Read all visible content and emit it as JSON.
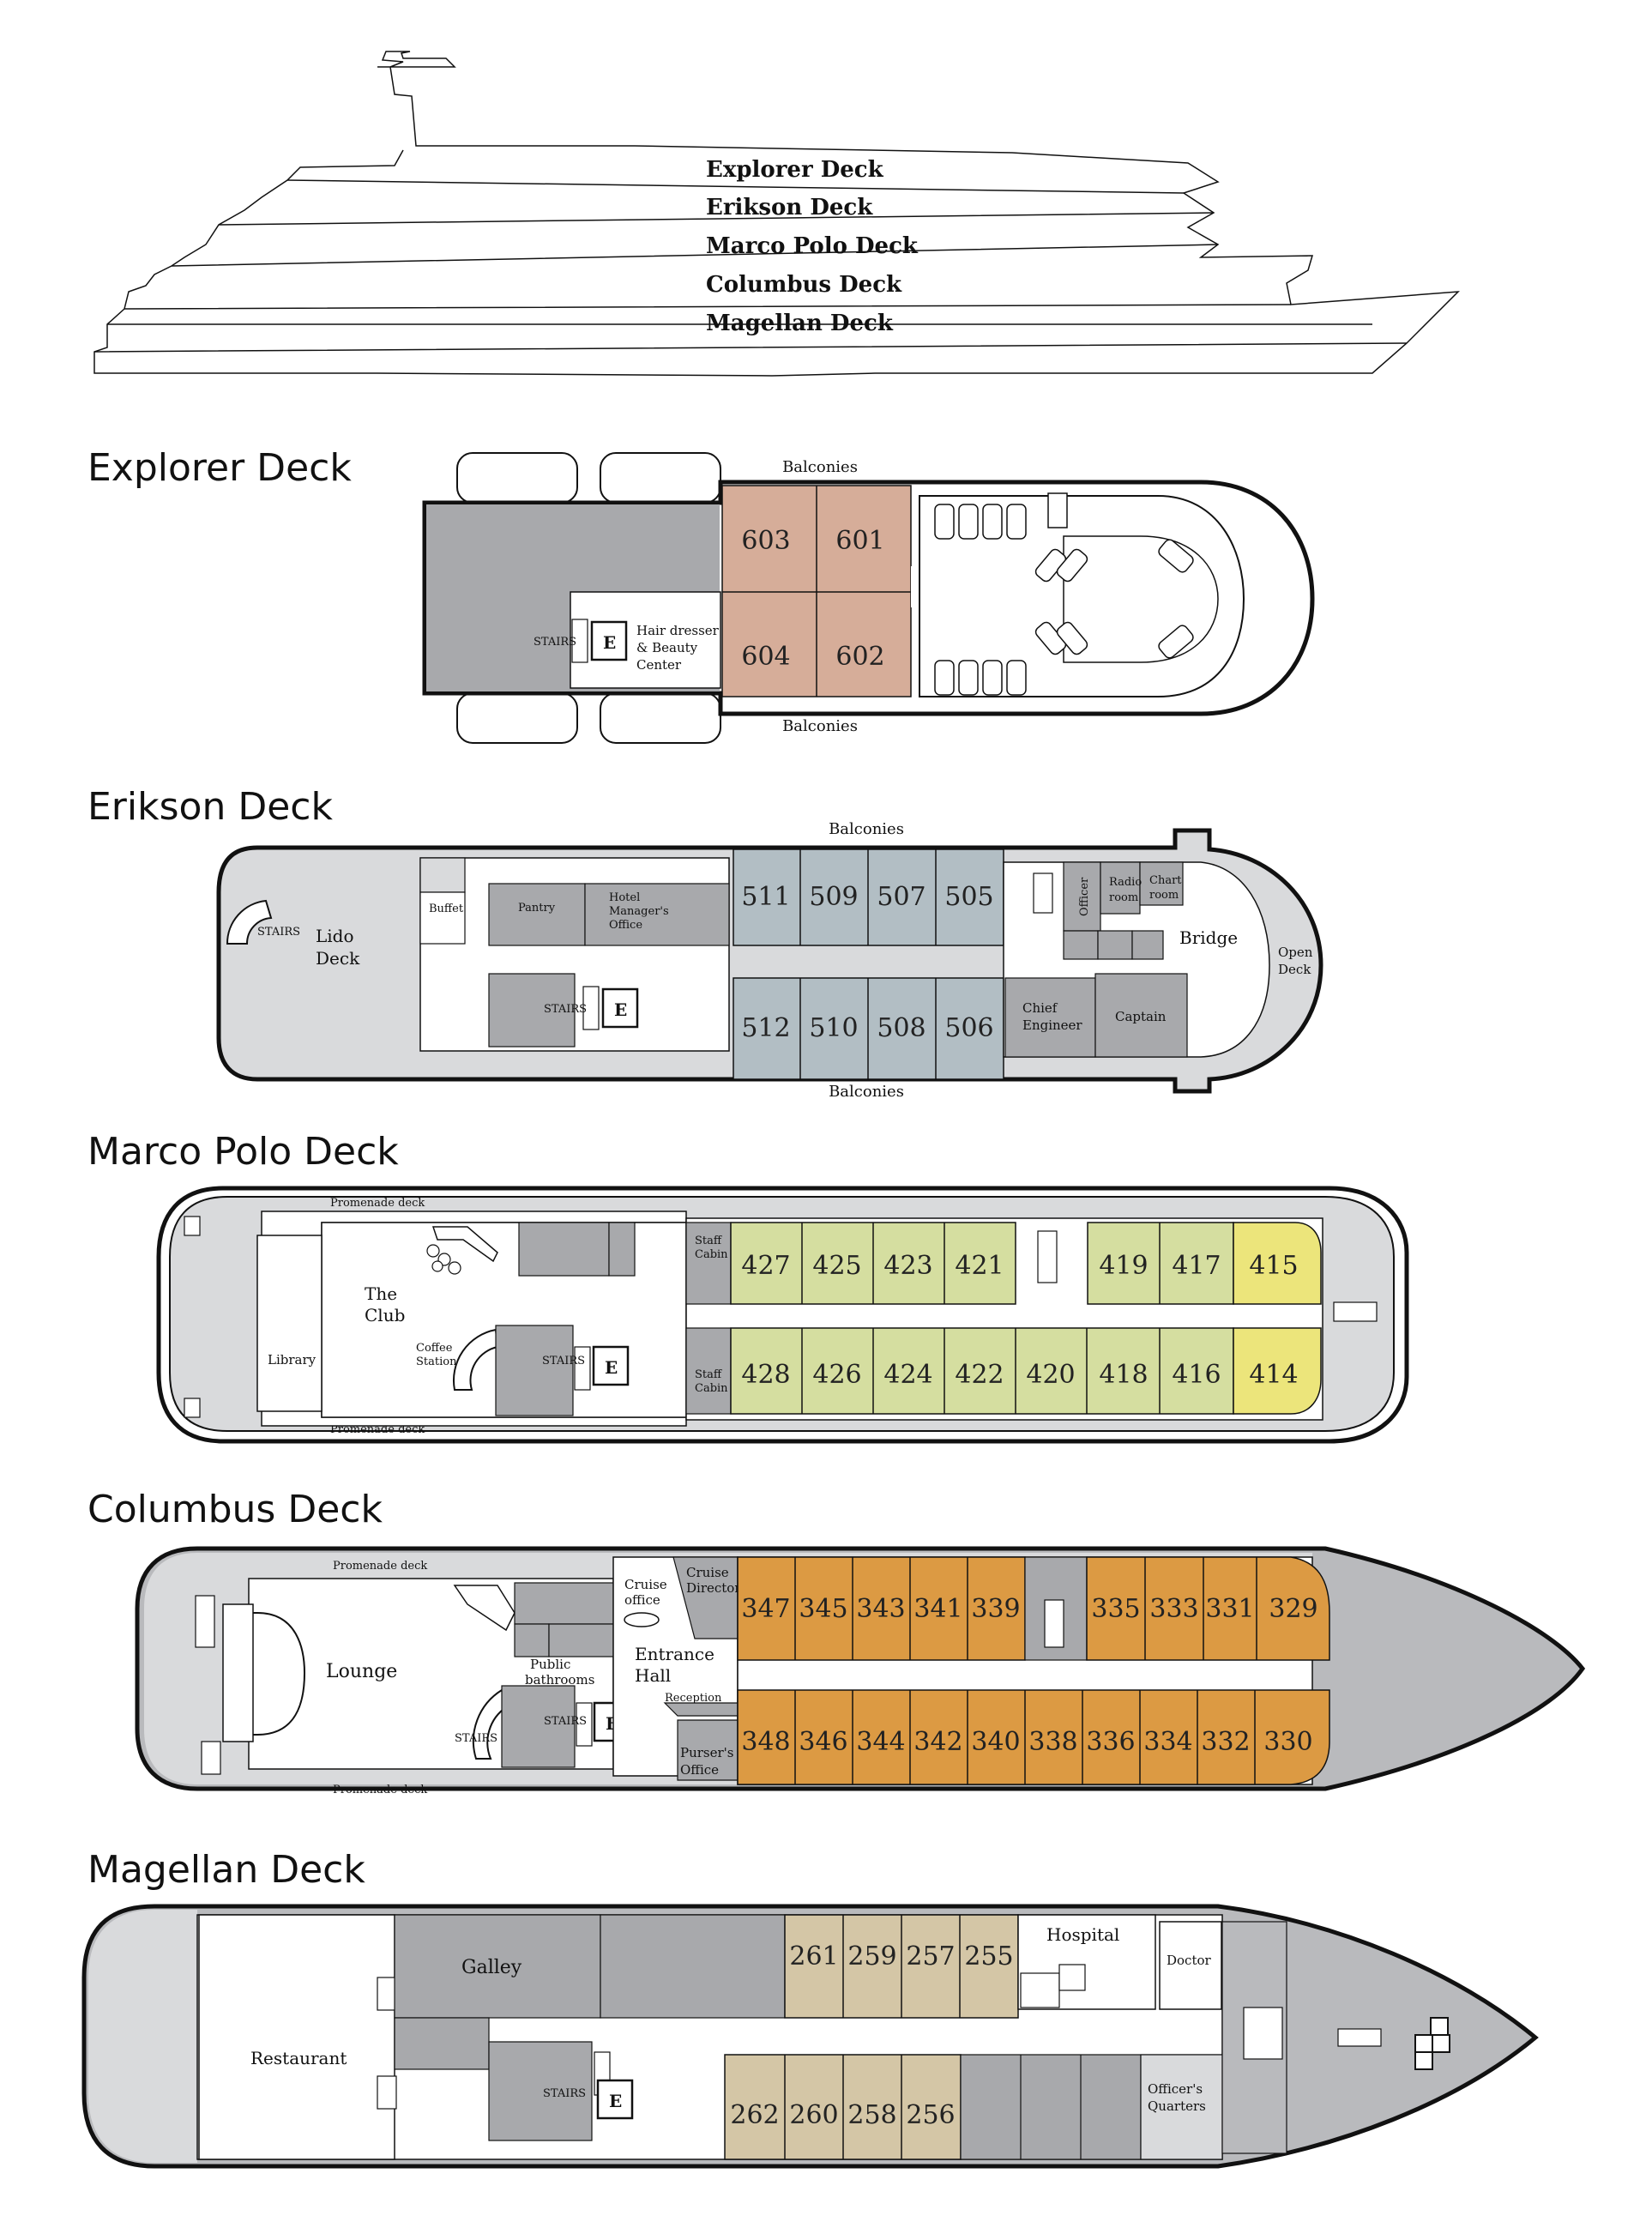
{
  "profile": {
    "decks": [
      "Explorer Deck",
      "Erikson Deck",
      "Marco Polo Deck",
      "Columbus Deck",
      "Magellan Deck"
    ]
  },
  "colors": {
    "explorer_cabin": "#d6ad99",
    "erikson_cabin": "#b2bec4",
    "marco_cabin": "#d5dea0",
    "marco_cabin_highlight": "#ece57b",
    "columbus_cabin": "#dc9a43",
    "magellan_cabin": "#d4c6a6",
    "service_gray": "#a8a9ac",
    "deck_gray": "#d9dadc",
    "bow_gray": "#b9babd"
  },
  "explorer": {
    "title": "Explorer Deck",
    "balconies_top": "Balconies",
    "balconies_bottom": "Balconies",
    "cabins_top": [
      "603",
      "601"
    ],
    "cabins_bottom": [
      "604",
      "602"
    ],
    "stairs": "STAIRS",
    "elevator": "E",
    "hair_1": "Hair dresser",
    "hair_2": "& Beauty",
    "hair_3": "Center"
  },
  "erikson": {
    "title": "Erikson Deck",
    "balconies_top": "Balconies",
    "balconies_bottom": "Balconies",
    "cabins_top": [
      "511",
      "509",
      "507",
      "505"
    ],
    "cabins_bottom": [
      "512",
      "510",
      "508",
      "506"
    ],
    "stairs_left": "STAIRS",
    "stairs_mid": "STAIRS",
    "elevator": "E",
    "lido_1": "Lido",
    "lido_2": "Deck",
    "buffet": "Buffet",
    "pantry": "Pantry",
    "hotel_1": "Hotel",
    "hotel_2": "Manager's",
    "hotel_3": "Office",
    "officer": "Officer",
    "radio_1": "Radio",
    "radio_2": "room",
    "chart_1": "Chart",
    "chart_2": "room",
    "bridge": "Bridge",
    "open_1": "Open",
    "open_2": "Deck",
    "chief_1": "Chief",
    "chief_2": "Engineer",
    "captain": "Captain"
  },
  "marco": {
    "title": "Marco Polo Deck",
    "promenade_top": "Promenade deck",
    "promenade_bottom": "Promenade deck",
    "staff_1": "Staff",
    "staff_2": "Cabin",
    "cabins_top": [
      "427",
      "425",
      "423",
      "421",
      "419",
      "417",
      "415"
    ],
    "cabins_bottom": [
      "428",
      "426",
      "424",
      "422",
      "420",
      "418",
      "416",
      "414"
    ],
    "club_1": "The",
    "club_2": "Club",
    "library": "Library",
    "coffee_1": "Coffee",
    "coffee_2": "Station",
    "stairs": "STAIRS",
    "elevator": "E"
  },
  "columbus": {
    "title": "Columbus Deck",
    "promenade_top": "Promenade deck",
    "promenade_bottom": "Promenade deck",
    "lounge": "Lounge",
    "cruise_office_1": "Cruise",
    "cruise_office_2": "office",
    "cruise_director_1": "Cruise",
    "cruise_director_2": "Director",
    "public_1": "Public",
    "public_2": "bathrooms",
    "entrance_1": "Entrance",
    "entrance_2": "Hall",
    "reception": "Reception",
    "purser_1": "Purser's",
    "purser_2": "Office",
    "stairs_lounge": "STAIRS",
    "stairs": "STAIRS",
    "elevator": "E",
    "cabins_top": [
      "347",
      "345",
      "343",
      "341",
      "339",
      "335",
      "333",
      "331",
      "329"
    ],
    "cabins_bottom": [
      "348",
      "346",
      "344",
      "342",
      "340",
      "338",
      "336",
      "334",
      "332",
      "330"
    ]
  },
  "magellan": {
    "title": "Magellan Deck",
    "galley": "Galley",
    "restaurant": "Restaurant",
    "hospital": "Hospital",
    "doctor": "Doctor",
    "officers_1": "Officer's",
    "officers_2": "Quarters",
    "stairs": "STAIRS",
    "elevator": "E",
    "cabins_top": [
      "261",
      "259",
      "257",
      "255"
    ],
    "cabins_bottom": [
      "262",
      "260",
      "258",
      "256"
    ]
  }
}
